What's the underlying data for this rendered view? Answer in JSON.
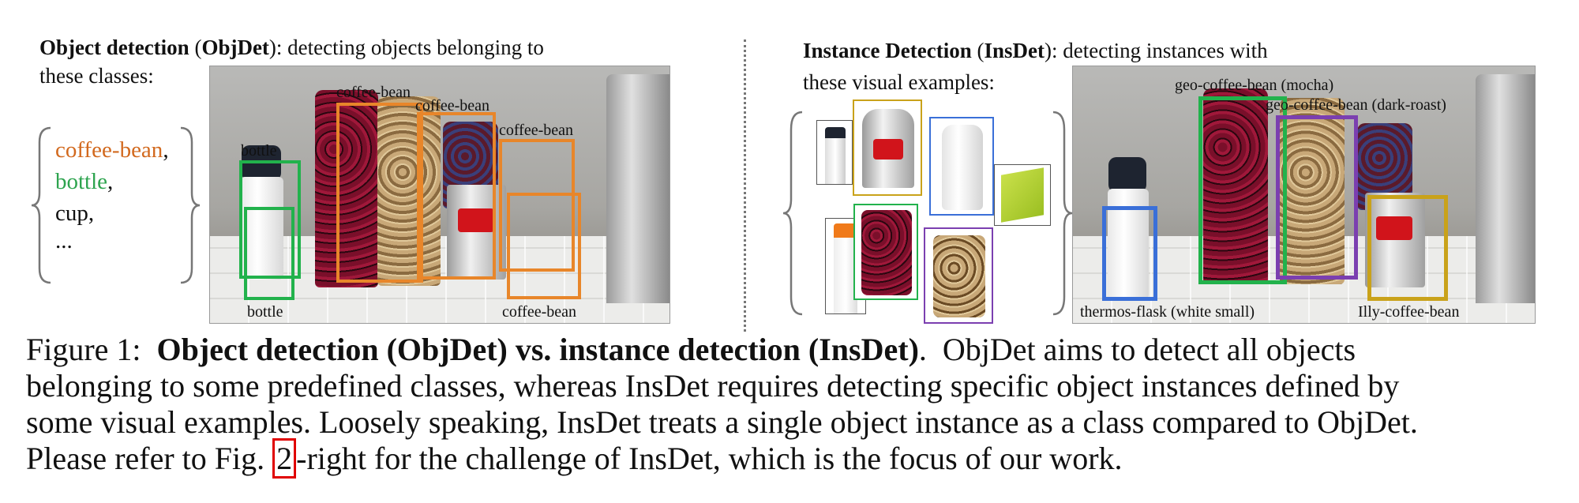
{
  "objdet": {
    "title_bold": "Object detection",
    "title_open": " (",
    "title_abbr": "ObjDet",
    "title_rest": "): detecting objects belonging to",
    "title_line2": "these classes:",
    "classes": [
      {
        "text": "coffee-bean",
        "suffix": ",",
        "color": "#d2691e"
      },
      {
        "text": "bottle",
        "suffix": ",",
        "color": "#2ea44f"
      },
      {
        "text": "cup,",
        "suffix": "",
        "color": "#111111"
      },
      {
        "text": "...",
        "suffix": "",
        "color": "#111111"
      }
    ],
    "labels": [
      "bottle",
      "coffee-bean",
      "coffee-bean",
      "coffee-bean",
      "bottle",
      "coffee-bean"
    ]
  },
  "insdet": {
    "title_bold": "Instance Detection",
    "title_open": " (",
    "title_abbr": "InsDet",
    "title_rest": "): detecting instances with",
    "title_line2": "these visual examples:",
    "labels": [
      "geo-coffee-bean (mocha)",
      "geo-coffee-bean (dark-roast)",
      "thermos-flask (white small)",
      "Illy-coffee-bean"
    ]
  },
  "caption": {
    "prefix": "Figure 1:  ",
    "bold": "Object detection (ObjDet) vs.  instance detection (InsDet)",
    "after_bold": ".  ObjDet aims to detect all objects",
    "line2": "belonging to some predefined classes, whereas InsDet requires detecting specific object instances defined by",
    "line3": "some visual examples. Loosely speaking, InsDet treats a single object instance as a class compared to ObjDet.",
    "line4_pre": "Please refer to Fig. ",
    "fig_ref": "2",
    "line4_post": "-right for the challenge of InsDet, which is the focus of our work."
  },
  "colors": {
    "orange": "#e8862a",
    "green": "#22b24c",
    "blue": "#3a6fd8",
    "purple": "#7b3fb0",
    "gold": "#c9a21a",
    "ref_red": "#e00000"
  }
}
